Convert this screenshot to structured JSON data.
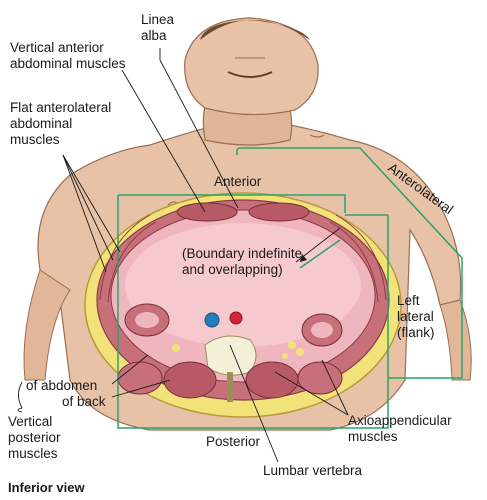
{
  "labels": {
    "linea_alba": "Linea\nalba",
    "vertical_anterior": "Vertical anterior\nabdominal muscles",
    "flat_anterolateral": "Flat anterolateral\nabdominal\nmuscles",
    "anterior": "Anterior",
    "anterolateral": "Anterolateral",
    "boundary": "(Boundary indefinite\nand overlapping)",
    "left_lateral": "Left\nlateral\n(flank)",
    "of_abdomen": "of abdomen",
    "of_back": "of back",
    "vertical_posterior": "Vertical\nposterior\nmuscles",
    "posterior": "Posterior",
    "axioappendicular": "Axioappendicular\nmuscles",
    "lumbar_vertebra": "Lumbar vertebra",
    "inferior_view": "Inferior view"
  },
  "colors": {
    "skin": "#e8c2a6",
    "skin_shadow": "#c99a78",
    "fat": "#f2e27a",
    "muscle": "#c8707a",
    "peritoneum": "#f0b6c0",
    "cavity": "#f6c9cf",
    "region_line": "#2aa36b",
    "leader": "#1a1a1a",
    "artery": "#d6253a",
    "vein": "#1f7fbf",
    "bone": "#f4f0d8"
  }
}
